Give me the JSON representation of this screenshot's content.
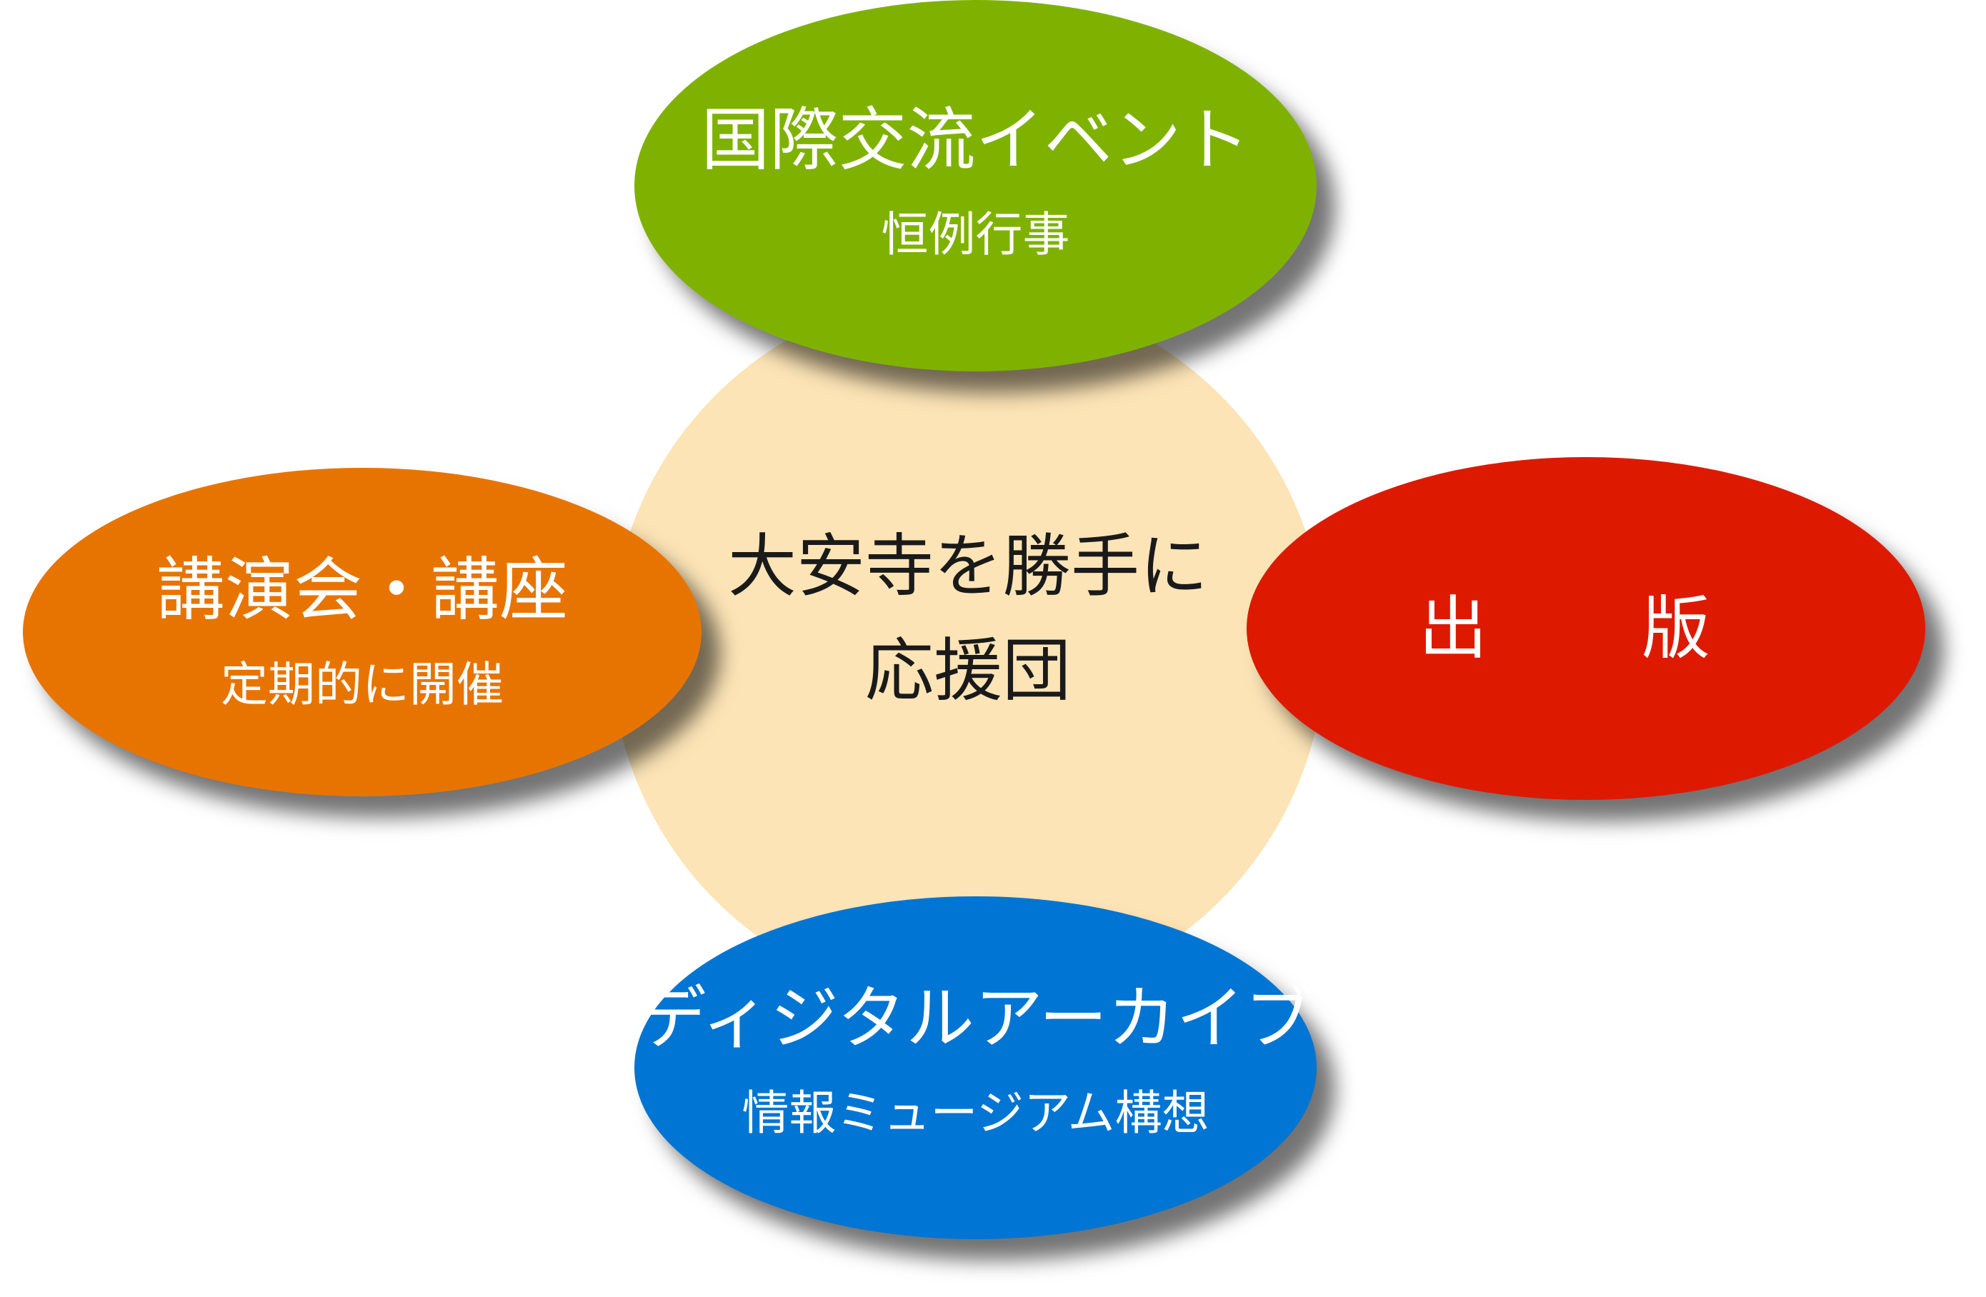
{
  "colors": {
    "center": "#FCE4B6",
    "top": "#7FB200",
    "left": "#E87400",
    "right": "#DD1A00",
    "bottom": "#0075D3"
  },
  "center": {
    "line1": "大安寺を勝手に",
    "line2": "応援団"
  },
  "nodes": {
    "top": {
      "title": "国際交流イベント",
      "subtitle": "恒例行事"
    },
    "left": {
      "title": "講演会・講座",
      "subtitle": "定期的に開催"
    },
    "right": {
      "title": "出　版"
    },
    "bottom": {
      "title": "ディジタルアーカイブ",
      "subtitle": "情報ミュージアム構想"
    }
  }
}
